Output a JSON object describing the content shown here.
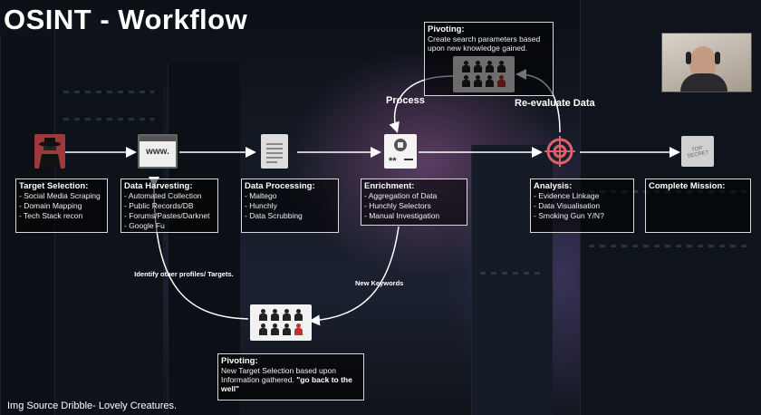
{
  "title": "OSINT - Workflow",
  "image_source": "Img Source Dribble- Lovely Creatures.",
  "steps": [
    {
      "heading": "Target Selection:",
      "items": [
        "- Social Media Scraping",
        "- Domain Mapping",
        "- Tech Stack recon"
      ]
    },
    {
      "heading": "Data Harvesting:",
      "items": [
        "- Automated Collection",
        "- Public Records/DB",
        "- Forums/Pastes/Darknet",
        "- Google Fu"
      ]
    },
    {
      "heading": "Data Processing:",
      "items": [
        "- Maltego",
        "- Hunchly",
        "- Data Scrubbing"
      ]
    },
    {
      "heading": "Enrichment:",
      "items": [
        "- Aggregation of Data",
        "- Hunchly Selectors",
        "- Manual Investigation"
      ]
    },
    {
      "heading": "Analysis:",
      "items": [
        "- Evidence Linkage",
        "- Data Visualisation",
        "- Smoking Gun Y/N?"
      ]
    },
    {
      "heading": "Complete Mission:",
      "items": []
    }
  ],
  "pivot_top": {
    "heading": "Pivoting:",
    "text": "Create search parameters based upon new knowledge gained."
  },
  "pivot_bottom": {
    "heading": "Pivoting:",
    "text": "New Target Selection based upon Information gathered.",
    "emphasis": "\"go back to the well\""
  },
  "labels": {
    "process": "Process",
    "reevaluate": "Re-evaluate Data",
    "identify": "Identify other profiles/ Targets.",
    "new_keywords": "New Keywords"
  },
  "icons": [
    "spy-icon",
    "browser-icon",
    "document-icon",
    "password-icon",
    "target-icon",
    "folder-icon",
    "people-grid-icon"
  ],
  "icon_text": {
    "browser": "www.",
    "folder": "TOP SECRET"
  },
  "colors": {
    "arrow": "#ffffff",
    "box_border": "#d8d8d8",
    "spy_bg": "#9a3a3a",
    "target": "#e0606a"
  }
}
